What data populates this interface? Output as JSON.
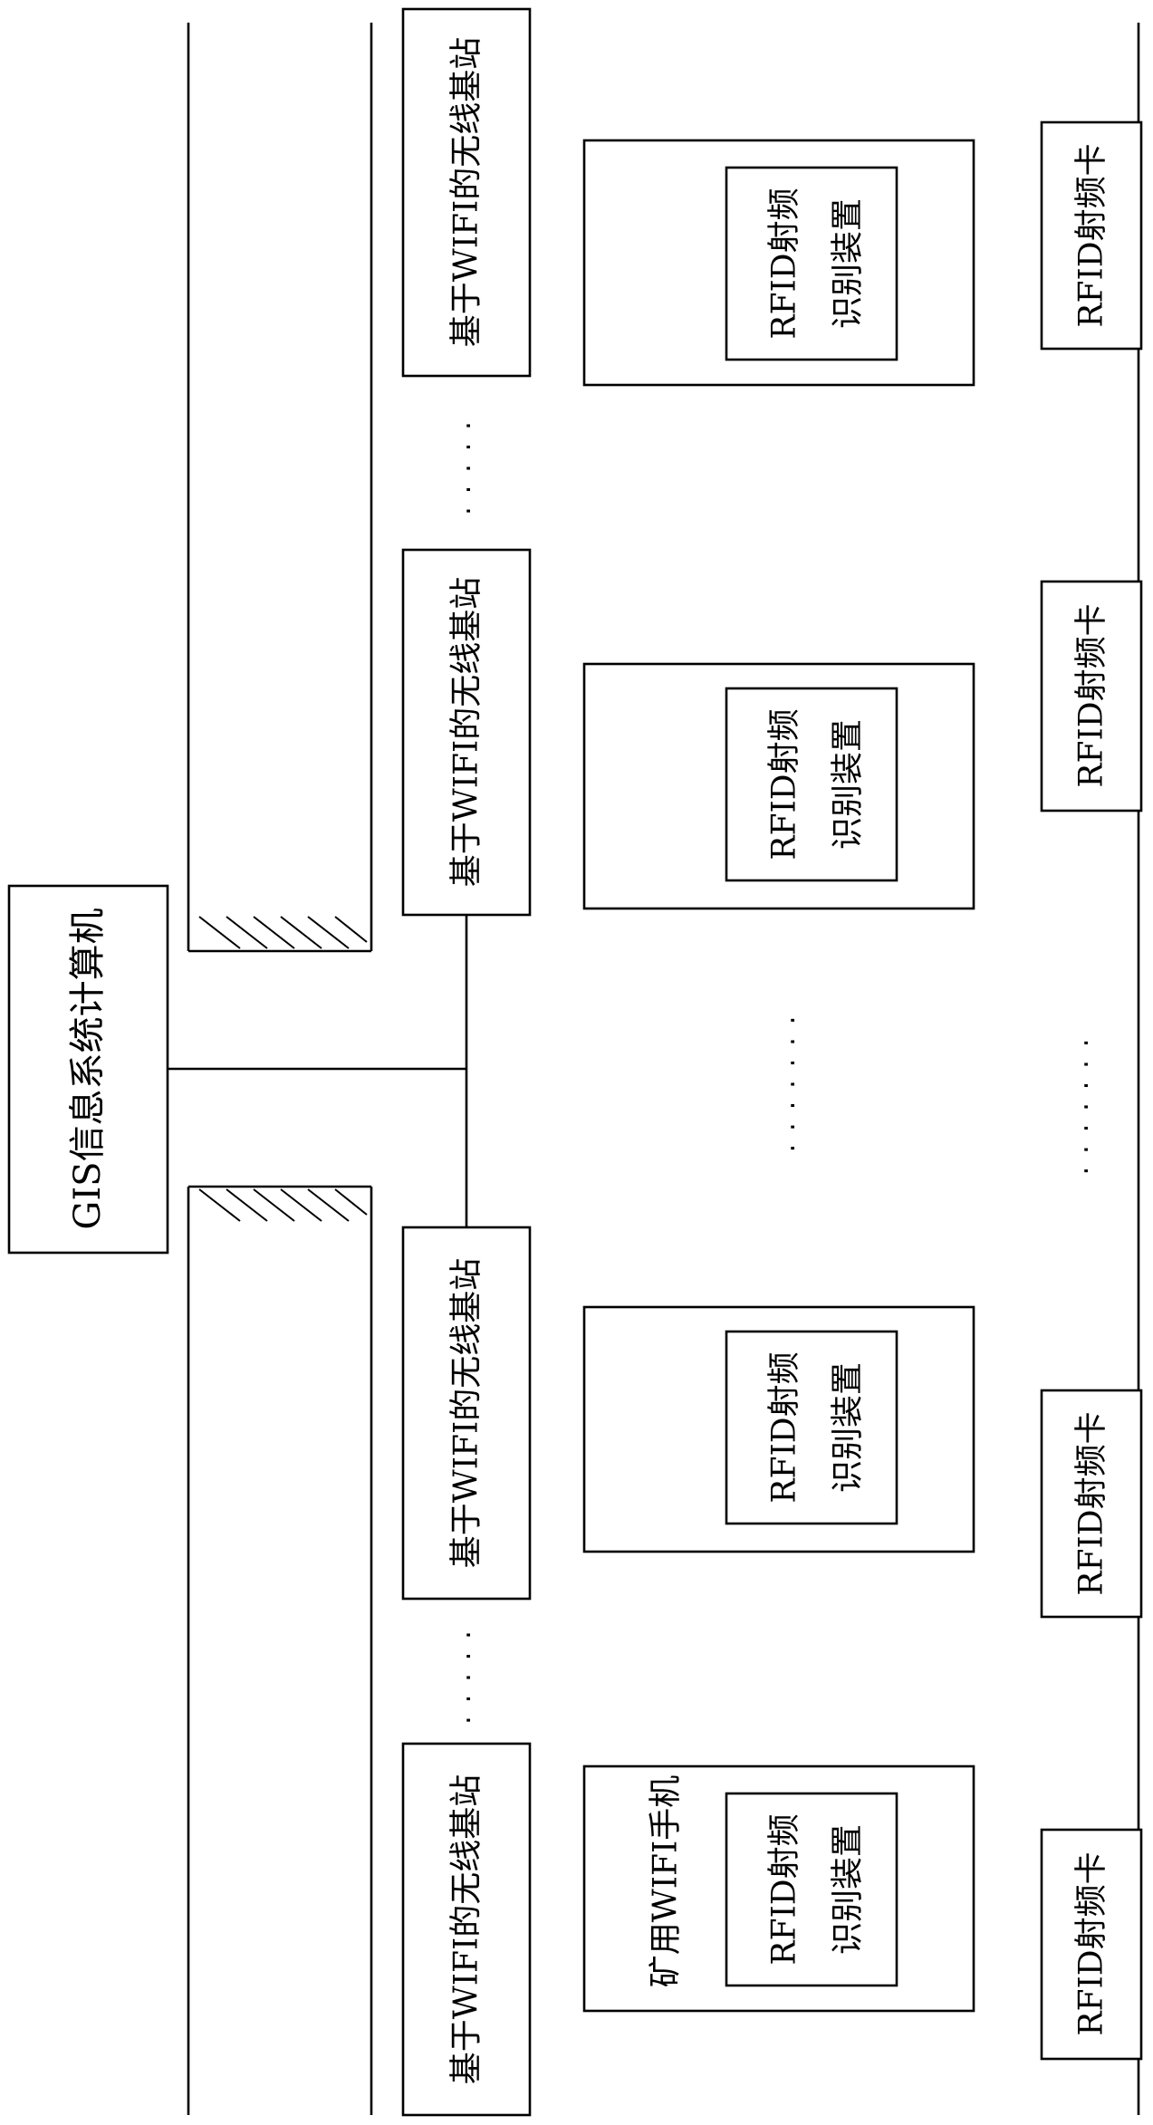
{
  "gis_computer": "GIS信息系统计算机",
  "base_station": "基于WIFI的无线基站",
  "rfid_device": [
    "RFID射频",
    "识别装置"
  ],
  "mining_phone": "矿用WIFI手机",
  "rfid_card": "RFID射频卡",
  "ellipsis_short": "·····",
  "ellipsis_long": "·······"
}
